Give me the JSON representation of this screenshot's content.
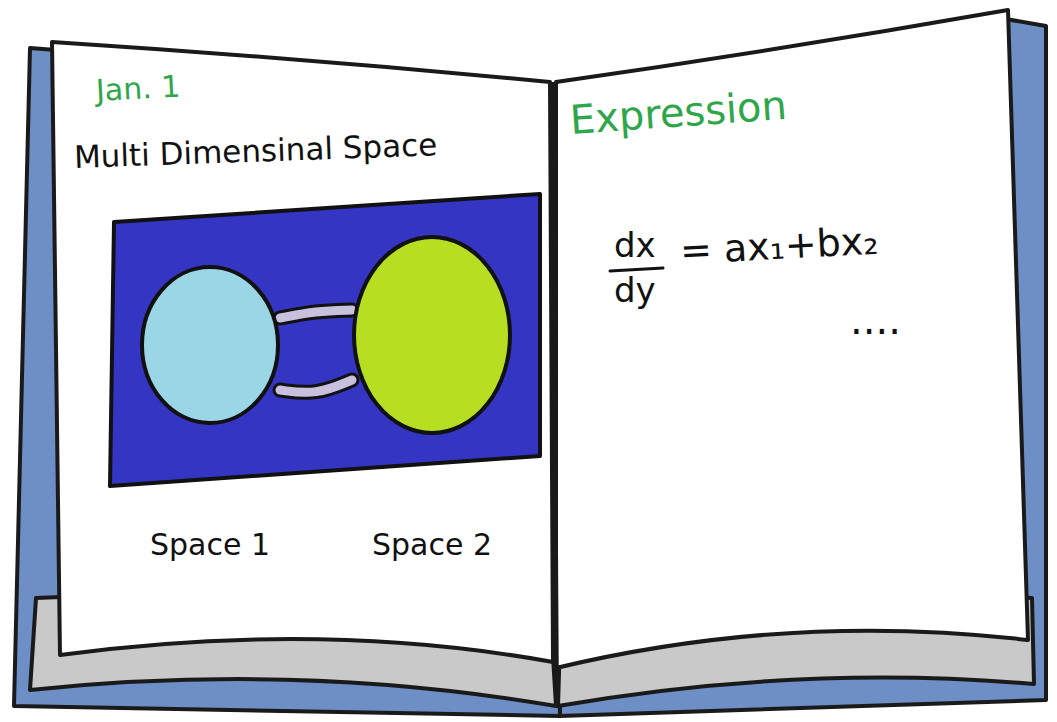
{
  "diagram": {
    "title": "Multi Dimensinal Space",
    "nodes": [
      {
        "text": [
          "Space 1"
        ]
      },
      {
        "text": [
          "Space 2"
        ]
      }
    ],
    "edges": [
      {
        "from": 0,
        "to": 1,
        "arrow": "none"
      },
      {
        "from": 0,
        "to": 1,
        "arrow": "none"
      }
    ],
    "labels": [
      "Jan. 1",
      "Expression",
      "dx",
      "dy",
      "= ax₁+bx₂",
      "...."
    ]
  }
}
